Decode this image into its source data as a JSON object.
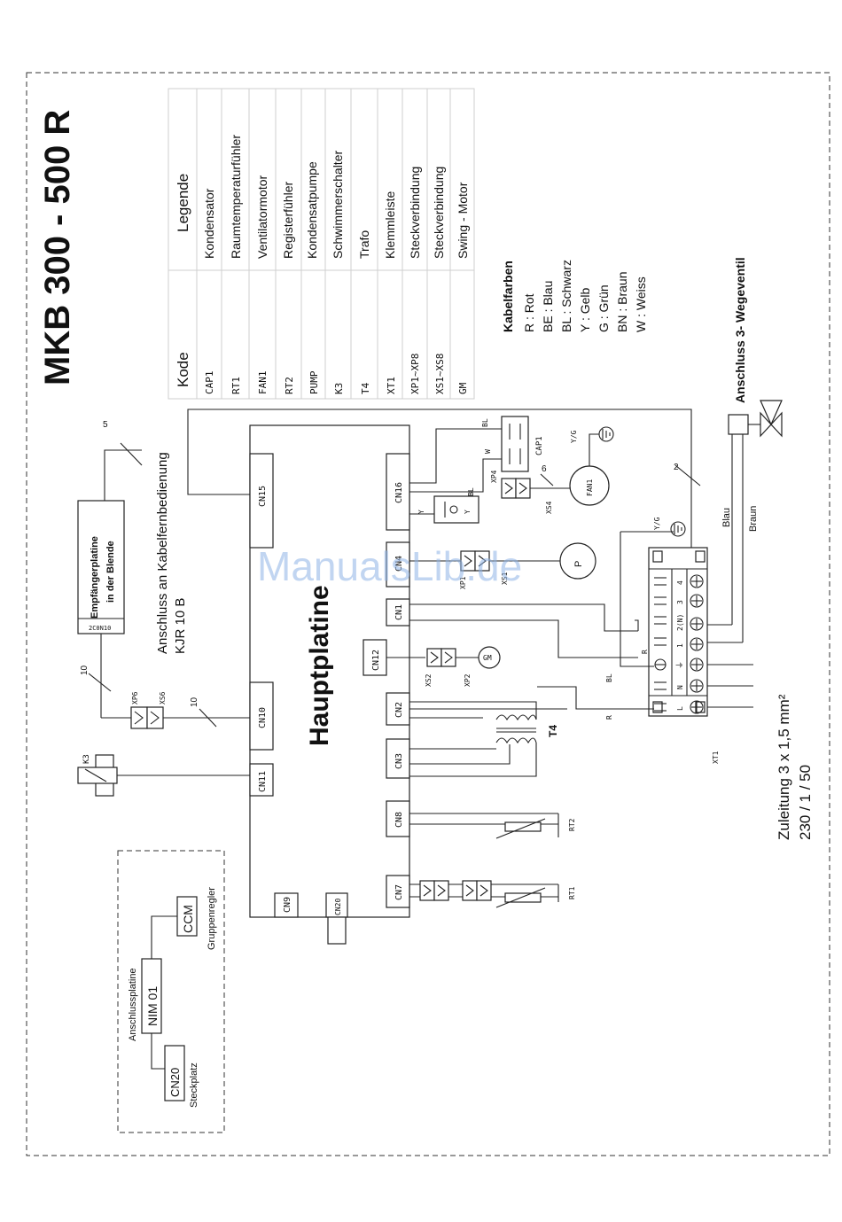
{
  "title": "MKB 300 - 500 R",
  "legend": {
    "header_code": "Kode",
    "header_legend": "Legende",
    "rows": [
      {
        "code": "CAP1",
        "label": "Kondensator"
      },
      {
        "code": "RT1",
        "label": "Raumtemperaturfühler"
      },
      {
        "code": "FAN1",
        "label": "Ventilatormotor"
      },
      {
        "code": "RT2",
        "label": "Registerfühler"
      },
      {
        "code": "PUMP",
        "label": "Kondensatpumpe"
      },
      {
        "code": "K3",
        "label": "Schwimmerschalter"
      },
      {
        "code": "T4",
        "label": "Trafo"
      },
      {
        "code": "XT1",
        "label": "Klemmleiste"
      },
      {
        "code": "XP1~XP8",
        "label": "Steckverbindung"
      },
      {
        "code": "XS1~XS8",
        "label": "Steckverbindung"
      },
      {
        "code": "GM",
        "label": "Swing - Motor"
      }
    ]
  },
  "cable_colors": {
    "title": "Kabelfarben",
    "items": [
      "R  : Rot",
      "BE : Blau",
      "BL : Schwarz",
      "Y  : Gelb",
      "G  : Grün",
      "BN : Braun",
      "W  : Weiss"
    ]
  },
  "valve": {
    "label": "Anschluss 3- Wegeventil",
    "wire_blue": "Blau",
    "wire_brown": "Braun"
  },
  "main_board": {
    "label": "Hauptplatine"
  },
  "connectors": {
    "cn16": "CN16",
    "cn15": "CN15",
    "cn4": "CN4",
    "cn1": "CN1",
    "cn12": "CN12",
    "cn2": "CN2",
    "cn3": "CN3",
    "cn8": "CN8",
    "cn7": "CN7",
    "cn10": "CN10",
    "cn11": "CN11",
    "cn9": "CN9",
    "cn20": "CN20"
  },
  "receiver": {
    "line1": "Empfängerplatine",
    "line2": "in der Blende",
    "code": "2C0N10",
    "lead_number": "5"
  },
  "remote": {
    "line1": "Anschluss an Kabelfernbedienung",
    "line2": "KJR 10 B"
  },
  "components": {
    "xp6": "XP6",
    "xs6": "XS6",
    "k3": "K3",
    "xs2": "XS2",
    "xp2": "XP2",
    "gm": "GM",
    "xp4": "XP4",
    "xs4": "XS4",
    "cap1": "CAP1",
    "fan1": "FAN1",
    "t4": "T4",
    "rt1": "RT1",
    "rt2": "RT2",
    "xt1": "XT1",
    "yg": "Y/G",
    "pump": "P",
    "xp1": "XP1",
    "xs1": "XS1"
  },
  "wire_labels": {
    "bl": "BL",
    "w": "W",
    "y": "Y",
    "r": "R",
    "n10a": "10",
    "n10b": "10",
    "n6": "6",
    "n2": "2"
  },
  "terminal": {
    "top_labels": [
      "4",
      "3",
      "2(N)",
      "1",
      "⏚",
      "N",
      "L"
    ]
  },
  "supply": {
    "line1": "Zuleitung 3 x 1,5 mm²",
    "line2": "230 / 1 / 50"
  },
  "group": {
    "nim_label": "NIM 01",
    "nim_title": "Anschlussplatine",
    "cn20_label": "CN20",
    "cn20_title": "Steckplatz",
    "ccm_label": "CCM",
    "ccm_title": "Gruppenregler"
  },
  "watermark": "ManualsLib.de"
}
